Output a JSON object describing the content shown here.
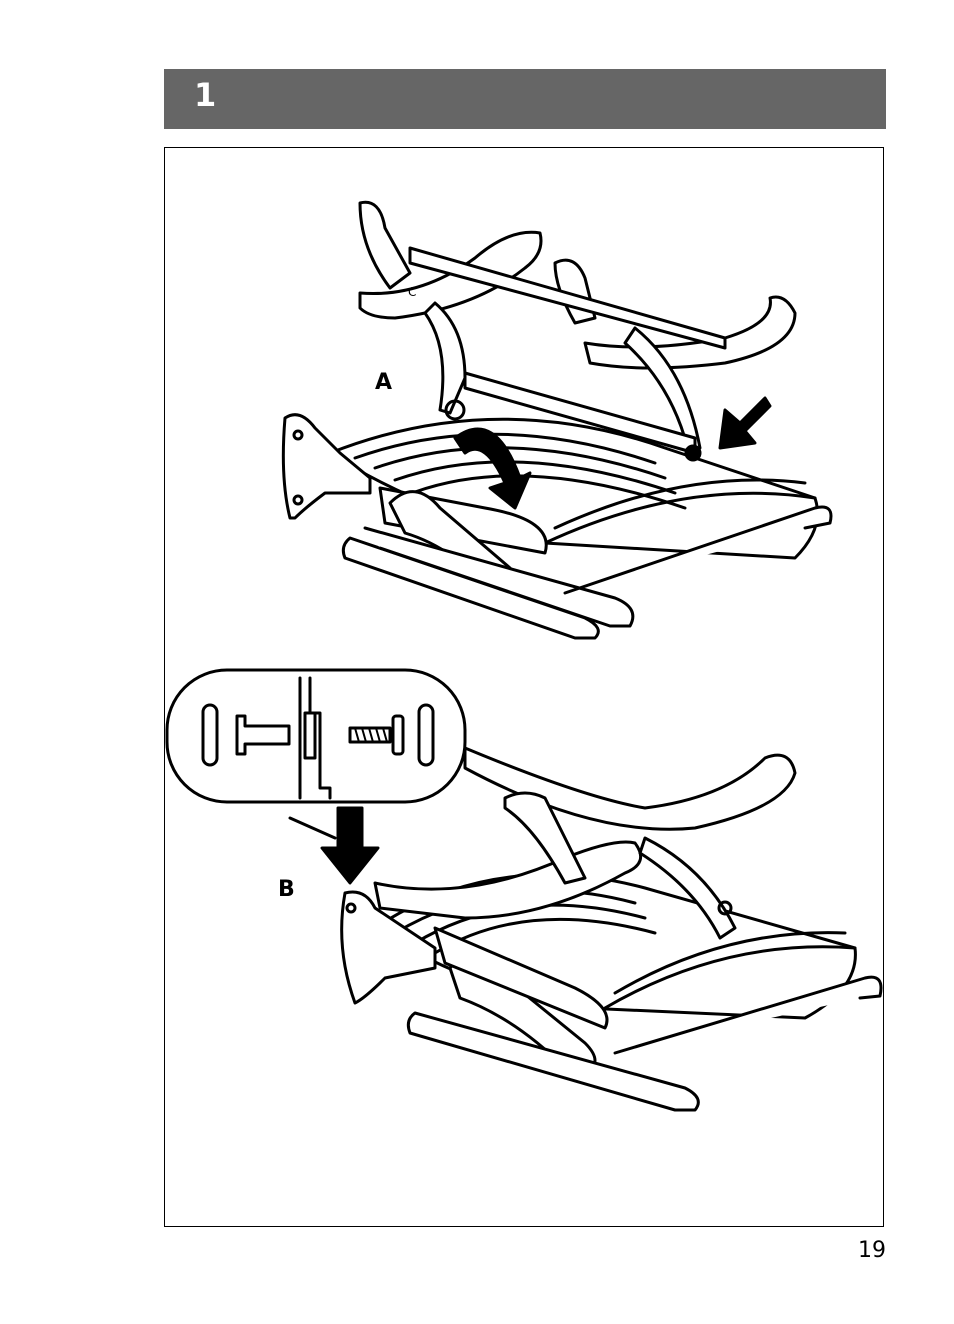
{
  "header": {
    "step_number": "1"
  },
  "figure": {
    "label_a": "A",
    "label_b": "B",
    "part_mark": "C"
  },
  "footer": {
    "page_number": "19"
  }
}
